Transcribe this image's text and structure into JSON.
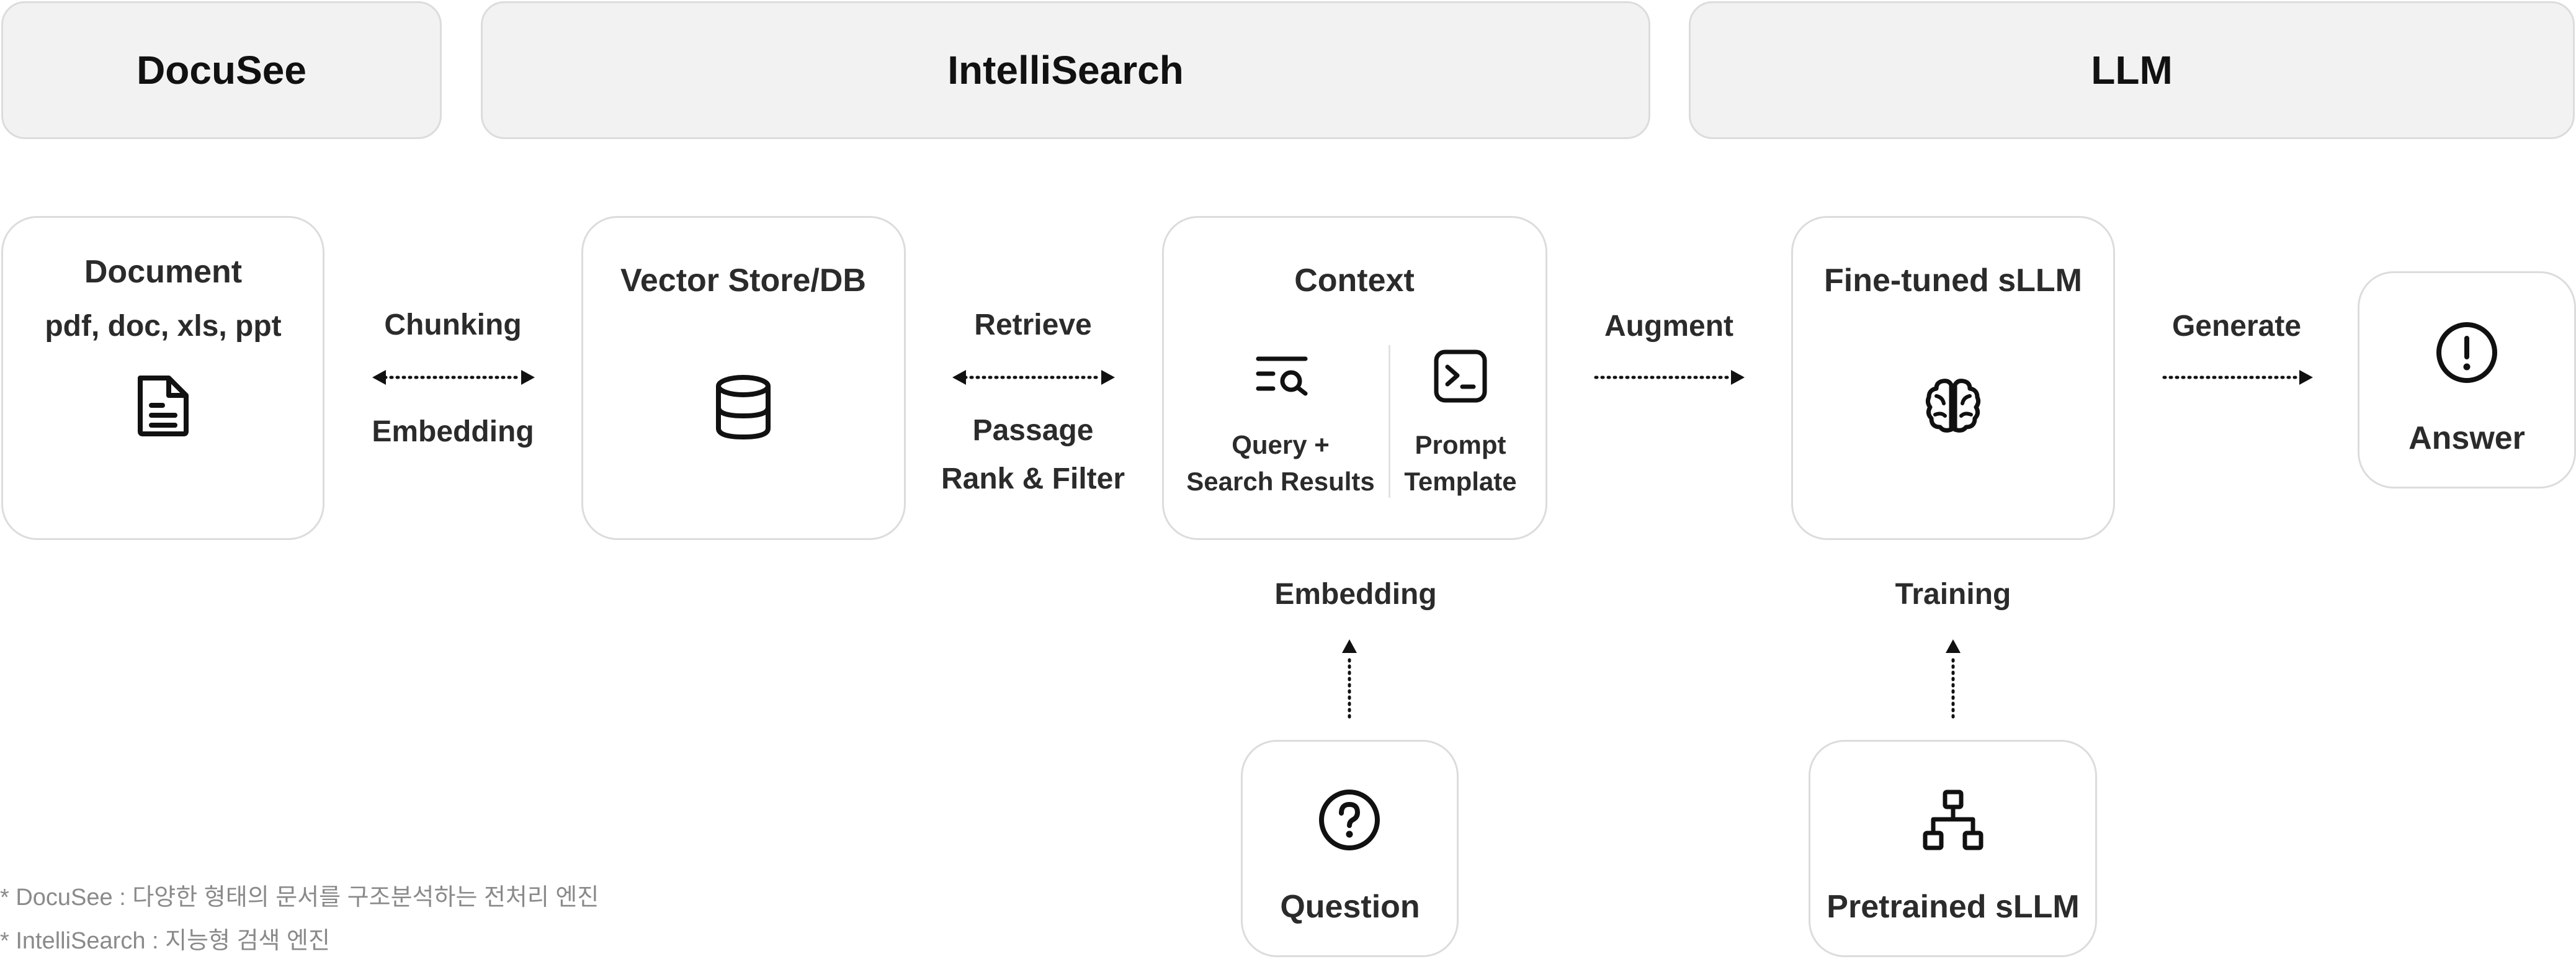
{
  "headers": {
    "docusee": "DocuSee",
    "intellisearch": "IntelliSearch",
    "llm": "LLM"
  },
  "nodes": {
    "document": {
      "title": "Document",
      "subtitle": "pdf, doc, xls, ppt",
      "icon": "document-icon"
    },
    "vector_store": {
      "title": "Vector Store/DB",
      "icon": "database-icon"
    },
    "context": {
      "title": "Context",
      "query": {
        "line1": "Query +",
        "line2": "Search Results",
        "icon": "search-list-icon"
      },
      "prompt": {
        "line1": "Prompt",
        "line2": "Template",
        "icon": "terminal-icon"
      }
    },
    "fine_tuned": {
      "title": "Fine-tuned sLLM",
      "icon": "brain-icon"
    },
    "answer": {
      "title": "Answer",
      "icon": "exclamation-circle-icon"
    },
    "question": {
      "title": "Question",
      "icon": "question-circle-icon"
    },
    "pretrained": {
      "title": "Pretrained sLLM",
      "icon": "hierarchy-icon"
    }
  },
  "edges": {
    "chunking": "Chunking",
    "embedding_doc": "Embedding",
    "retrieve": "Retrieve",
    "passage": "Passage",
    "rank_filter": "Rank & Filter",
    "augment": "Augment",
    "generate": "Generate",
    "embedding_question": "Embedding",
    "training": "Training"
  },
  "notes": {
    "docusee": "* DocuSee :  다양한 형태의 문서를 구조분석하는 전처리 엔진",
    "intellisearch": "* IntelliSearch : 지능형 검색 엔진"
  },
  "colors": {
    "header_bg": "#f2f2f2",
    "border": "#dcdcdc",
    "text": "#222222",
    "note": "#8a8a8a"
  }
}
